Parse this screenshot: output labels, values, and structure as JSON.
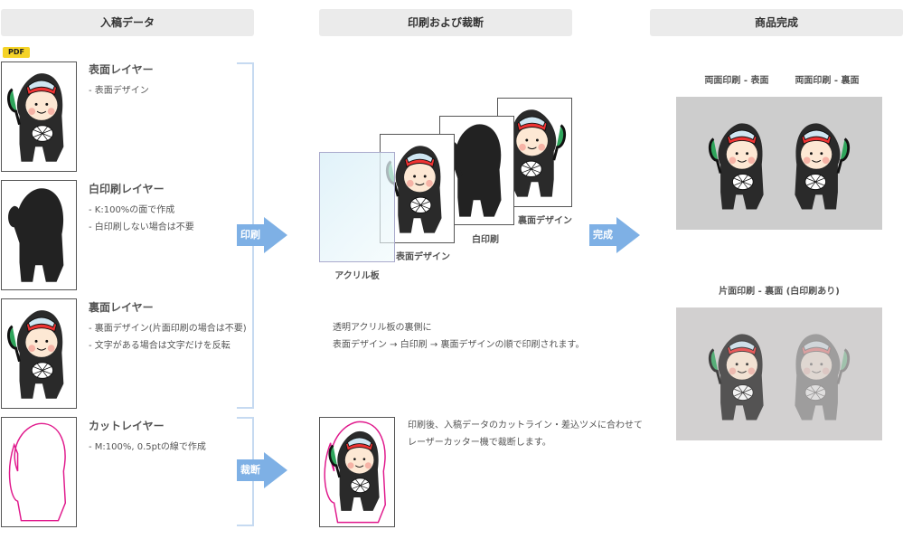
{
  "headers": {
    "input": "入稿データ",
    "print": "印刷および裁断",
    "done": "商品完成"
  },
  "badge": "PDF",
  "layers": [
    {
      "title": "表面レイヤー",
      "notes": [
        "- 表面デザイン"
      ]
    },
    {
      "title": "白印刷レイヤー",
      "notes": [
        "- K:100%の面で作成",
        "- 白印刷しない場合は不要"
      ]
    },
    {
      "title": "裏面レイヤー",
      "notes": [
        "- 裏面デザイン(片面印刷の場合は不要)",
        "- 文字がある場合は文字だけを反転"
      ]
    },
    {
      "title": "カットレイヤー",
      "notes": [
        "- M:100%, 0.5ptの線で作成"
      ]
    }
  ],
  "arrows": {
    "print": "印刷",
    "cut": "裁断",
    "done": "完成"
  },
  "stack_labels": {
    "acrylic": "アクリル板",
    "front": "表面デザイン",
    "white": "白印刷",
    "back": "裏面デザイン"
  },
  "print_desc": [
    "透明アクリル板の裏側に",
    "表面デザイン → 白印刷 → 裏面デザインの順で印刷されます。"
  ],
  "cut_desc": [
    "印刷後、入稿データのカットライン・差込ツメに合わせて",
    "レーザーカッター機で裁断します。"
  ],
  "results": {
    "double_front": "両面印刷 - 表面",
    "double_back": "両面印刷 - 裏面",
    "single_back": "片面印刷 - 裏面 (白印刷あり)"
  },
  "colors": {
    "arrow": "#7eb0e5",
    "bracket": "#c6daf1",
    "badge": "#f5d327",
    "cutline": "#e0198c"
  }
}
